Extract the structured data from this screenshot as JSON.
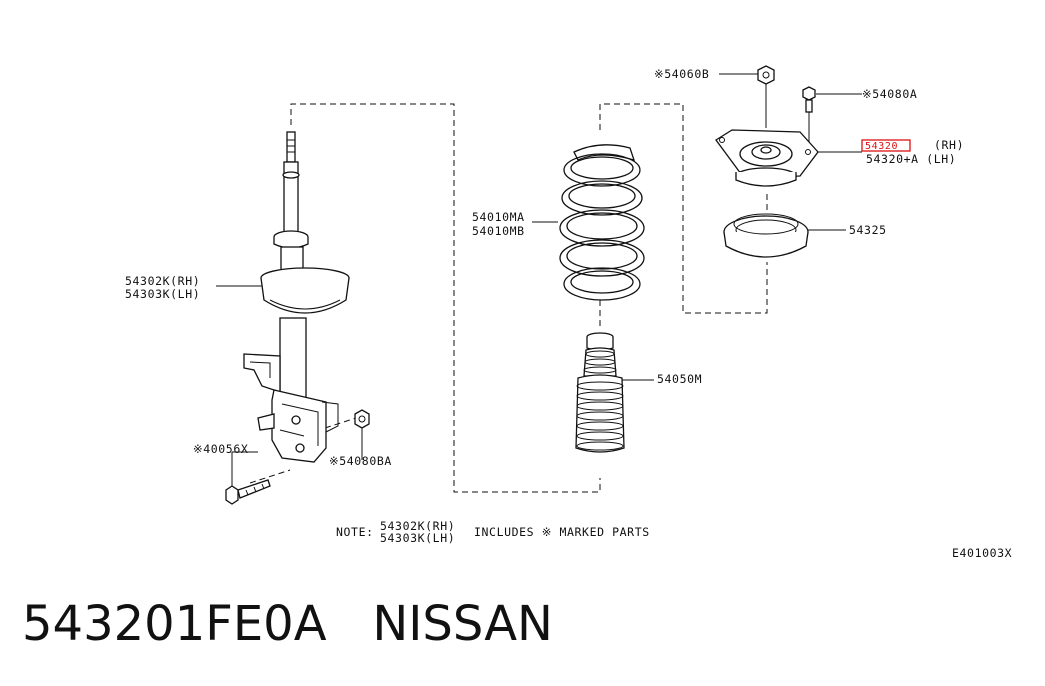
{
  "labels": {
    "nut_54060b": "※54060B",
    "bolt_54080a": "※54080A",
    "mount_rh": "54320",
    "mount_rh_side": "(RH)",
    "mount_lh": "54320+A (LH)",
    "bearing": "54325",
    "spring_ma": "54010MA",
    "spring_mb": "54010MB",
    "strut_rh": "54302K(RH)",
    "strut_lh": "54303K(LH)",
    "bumper": "54050M",
    "bolt_40056x": "※40056X",
    "nut_54080ba": "※54080BA",
    "note_prefix": "NOTE:",
    "note_line1": "54302K(RH)",
    "note_line2": "54303K(LH)",
    "note_suffix": "INCLUDES ※ MARKED PARTS",
    "diagram_code": "E401003X"
  },
  "caption": {
    "part_number": "543201FE0A",
    "brand": "NISSAN"
  },
  "colors": {
    "highlight": "#dd1111",
    "line": "#111111"
  }
}
